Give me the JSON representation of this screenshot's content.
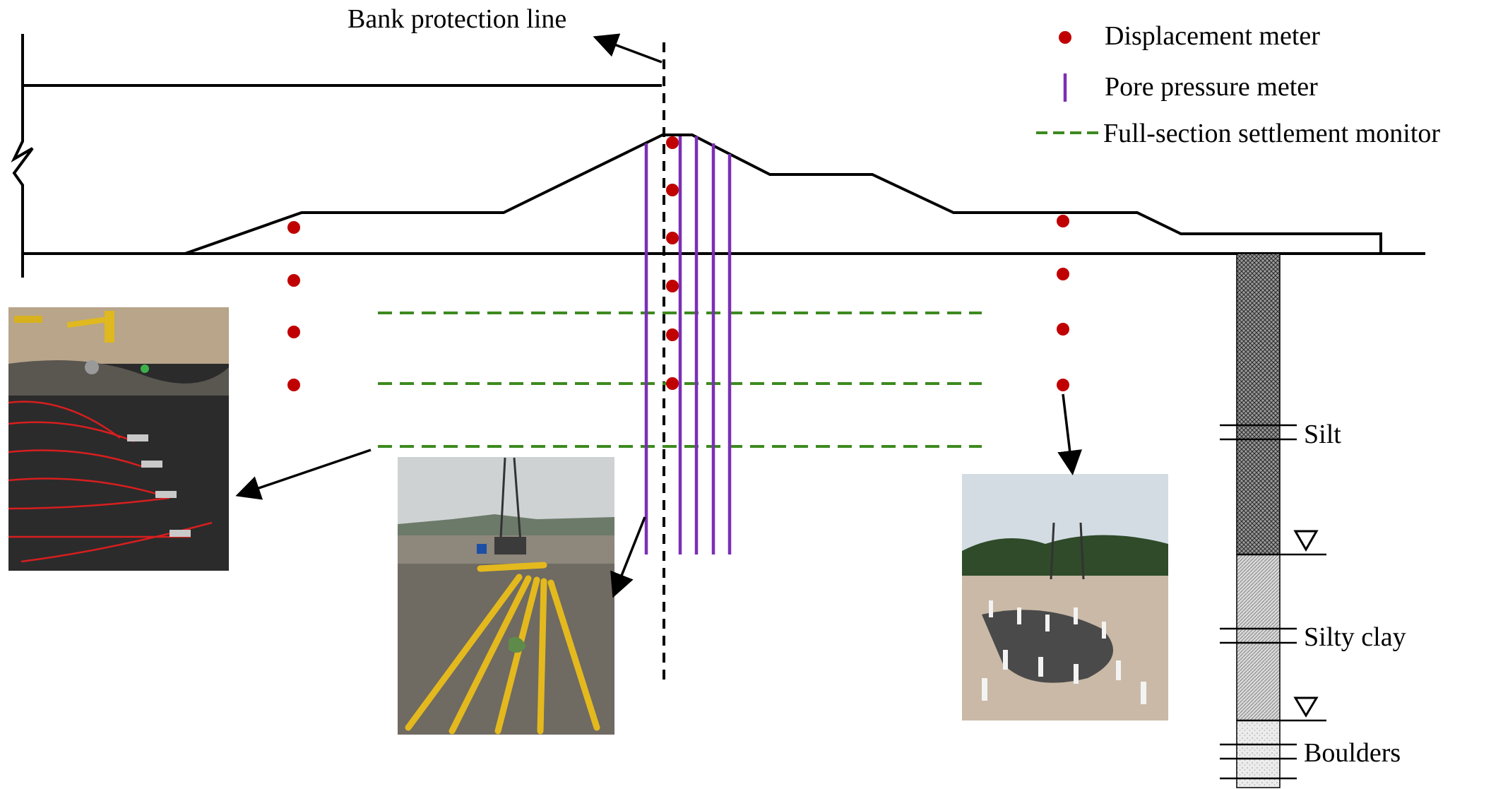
{
  "labels": {
    "bank_protection_line": "Bank protection line",
    "silt": "Silt",
    "silty_clay": "Silty clay",
    "boulders": "Boulders"
  },
  "legend": [
    {
      "symbol": "red-dot",
      "label": "Displacement meter",
      "color": "#c00000"
    },
    {
      "symbol": "purple-vertical-line",
      "label": "Pore pressure meter",
      "color": "#7a2fb5"
    },
    {
      "symbol": "green-dashed-line",
      "label": "Full-section settlement monitor",
      "color": "#3d8a1f"
    }
  ],
  "colors": {
    "displacement": "#c00000",
    "pore_pressure": "#7a2fb5",
    "settlement": "#3d8a1f",
    "line": "#000000"
  },
  "photos": [
    {
      "name": "photo-displacement-sensors",
      "depicts": "sensor cables laid on geotextile"
    },
    {
      "name": "photo-settlement-pipes",
      "depicts": "yellow settlement monitoring pipes with drilling rig"
    },
    {
      "name": "photo-installed-meters",
      "depicts": "field of installed white monitoring tubes"
    }
  ]
}
